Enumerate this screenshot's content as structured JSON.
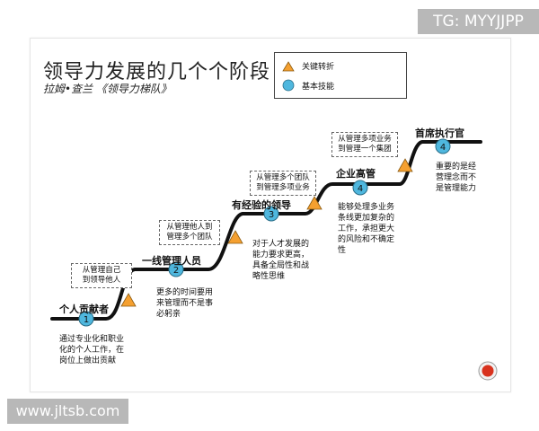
{
  "watermarks": {
    "top": "TG: MYYJJPP",
    "bottom": "www.jltsb.com"
  },
  "diagram": {
    "title": "领导力发展的几个个阶段",
    "subtitle": "拉姆•查兰 《领导力梯队》",
    "legend": {
      "triangle_label": "关键转折",
      "circle_label": "基本技能"
    },
    "stages": [
      {
        "number": "1",
        "name": "个人贡献者",
        "description": [
          "通过专业化和职业",
          "化的个人工作，在",
          "岗位上做出贡献"
        ]
      },
      {
        "number": "2",
        "name": "一线管理人员",
        "description": [
          "更多的时间要用",
          "来管理而不是事",
          "必躬亲"
        ]
      },
      {
        "number": "3",
        "name": "有经验的领导",
        "description": [
          "对于人才发展的",
          "能力要求更高，",
          "具备全局性和战",
          "略性思维"
        ]
      },
      {
        "number": "4",
        "name": "企业高管",
        "description": [
          "能够处理多业务",
          "条线更加复杂的",
          "工作，承担更大",
          "的风险和不确定",
          "性"
        ]
      },
      {
        "number": "4",
        "name": "首席执行官",
        "description": [
          "重要的是经",
          "营理念而不",
          "是管理能力"
        ]
      }
    ],
    "transitions": [
      [
        "从管理自己",
        "到领导他人"
      ],
      [
        "从管理他人到",
        "管理多个团队"
      ],
      [
        "从管理多个团队",
        "到管理多项业务"
      ],
      [
        "从管理多项业务",
        "到管理一个集团"
      ]
    ],
    "colors": {
      "circle": "#4fb7de",
      "triangle": "#f5a030",
      "path": "#111111",
      "record_button": "#d8321e"
    }
  }
}
